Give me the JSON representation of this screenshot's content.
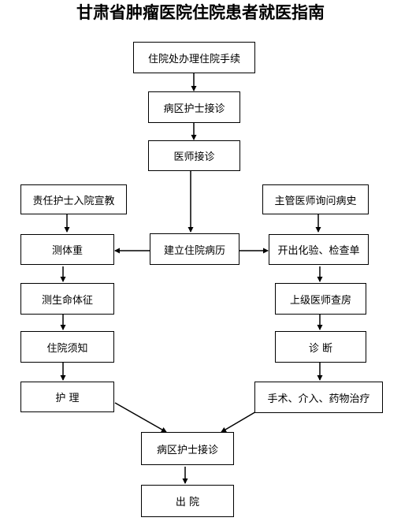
{
  "title": "甘肃省肿瘤医院住院患者就医指南",
  "nodes": {
    "admission": "住院处办理住院手续",
    "ward_nurse_1": "病区护士接诊",
    "doctor_reception": "医师接诊",
    "nurse_briefing": "责任护士入院宣教",
    "attending_history": "主管医师询问病史",
    "build_record": "建立住院病历",
    "weigh": "测体重",
    "lab_orders": "开出化验、检查单",
    "vitals": "测生命体征",
    "senior_rounds": "上级医师查房",
    "admission_notice": "住院须知",
    "diagnosis": "诊  断",
    "nursing": "护  理",
    "treatment": "手术、介入、药物治疗",
    "ward_nurse_2": "病区护士接诊",
    "discharge": "出  院"
  }
}
